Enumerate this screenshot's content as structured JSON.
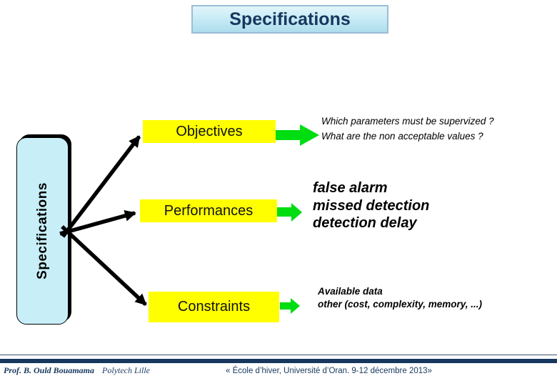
{
  "slide": {
    "title": "Specifications",
    "side_label": "Specifications",
    "nodes": [
      {
        "label": "Objectives"
      },
      {
        "label": "Performances"
      },
      {
        "label": "Constraints"
      }
    ],
    "annotations": [
      {
        "lines": [
          "Which parameters must be supervized ?",
          "What are the non acceptable values ?"
        ]
      },
      {
        "lines": [
          "false alarm",
          "missed detection",
          "detection delay"
        ]
      },
      {
        "lines": [
          "Available data",
          "other (cost, complexity, memory, ...)"
        ]
      }
    ],
    "footer": {
      "author": "Prof. B. Ould Bouamama",
      "institution": "Polytech Lille",
      "event": "«  École d’hiver, Université d’Oran.  9-12 décembre 2013»"
    },
    "colors": {
      "title_text": "#17375E",
      "title_fill_top": "#E2F4FA",
      "title_fill_bottom": "#AEDCEC",
      "side_box_fill": "#C8EFF8",
      "node_fill": "#FFFF00",
      "black_arrow": "#000000",
      "green_arrow": "#00DD11",
      "footer_navy": "#17375E"
    }
  }
}
